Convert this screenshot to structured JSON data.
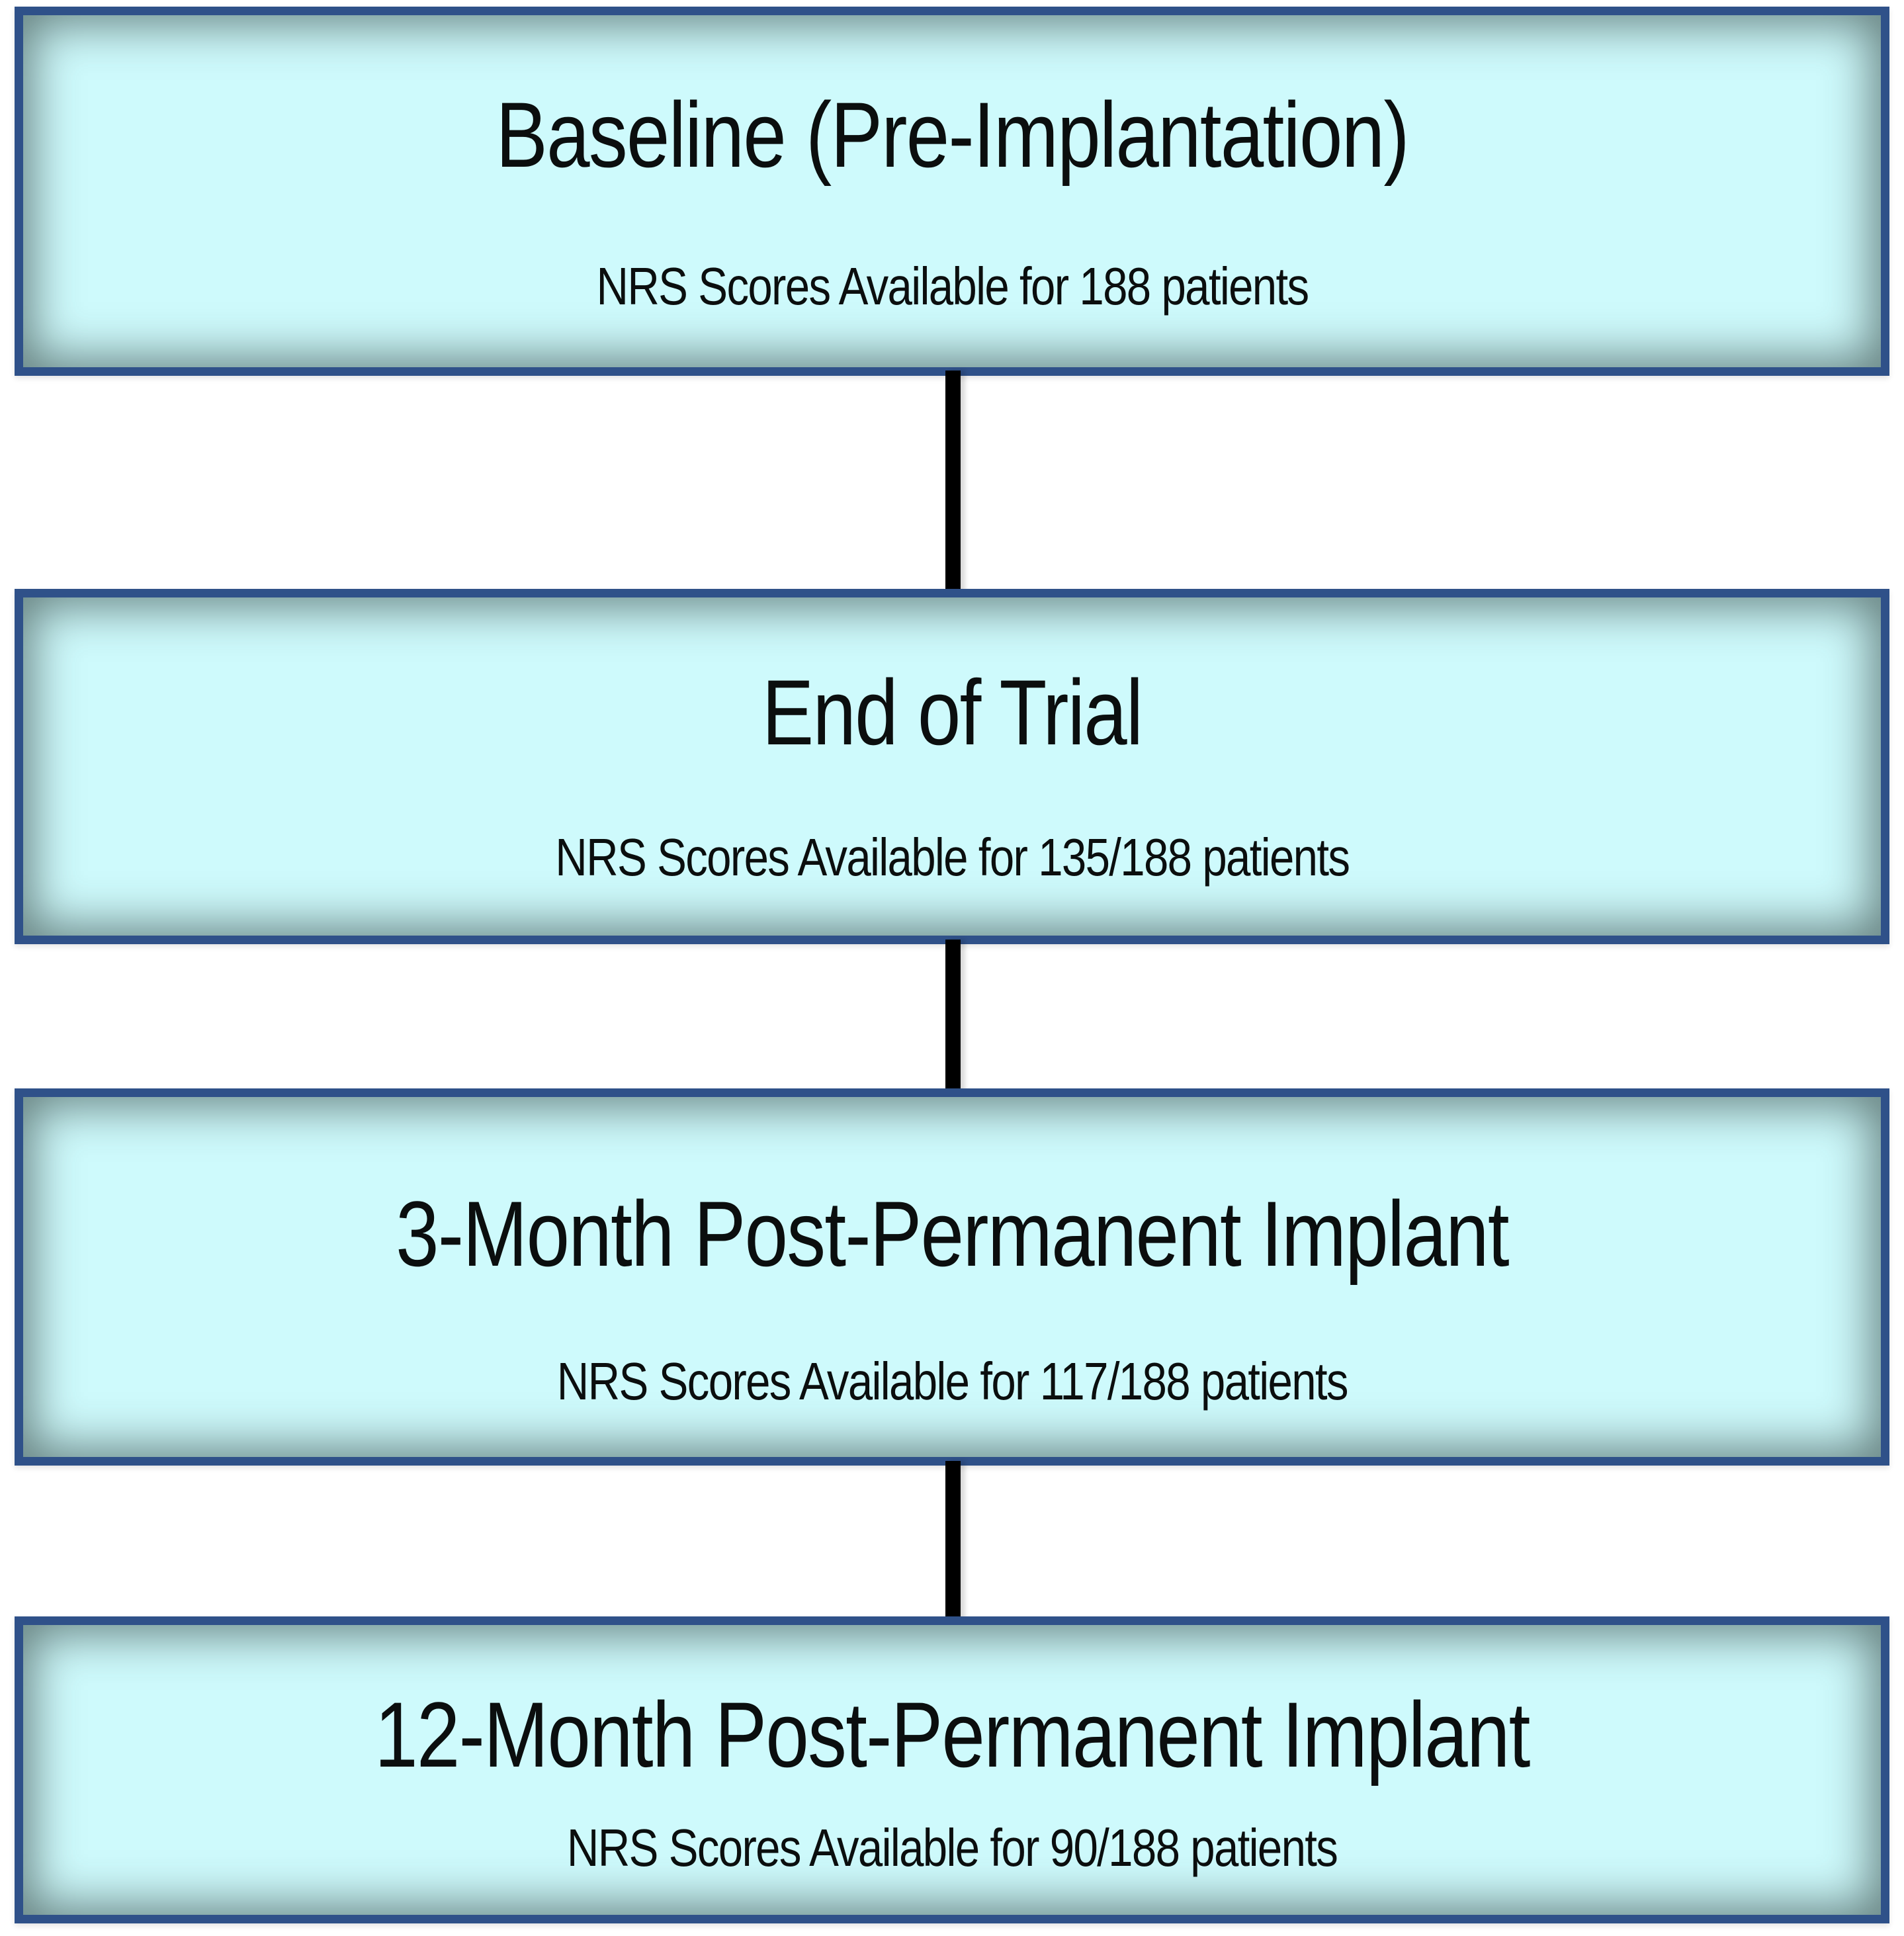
{
  "figure": {
    "type": "flowchart",
    "direction": "top-to-bottom",
    "boxes": [
      {
        "id": "baseline",
        "title": "Baseline (Pre-Implantation)",
        "subtitle": "NRS Scores Available for 188 patients"
      },
      {
        "id": "end-of-trial",
        "title": "End of Trial",
        "subtitle": "NRS Scores Available for 135/188 patients"
      },
      {
        "id": "3-month-post-implant",
        "title": "3-Month Post-Permanent Implant",
        "subtitle": "NRS Scores Available for 117/188 patients"
      },
      {
        "id": "12-month-post-implant",
        "title": "12-Month Post-Permanent Implant",
        "subtitle": "NRS Scores Available for 90/188 patients"
      }
    ],
    "connector_count": 3,
    "colors": {
      "box_border": "#2F5189",
      "box_fill": "#CEFAFC",
      "box_inner_shadow": "#263836",
      "connector": "#000000",
      "text": "#0B0E0E",
      "background": "#FFFFFF"
    }
  }
}
